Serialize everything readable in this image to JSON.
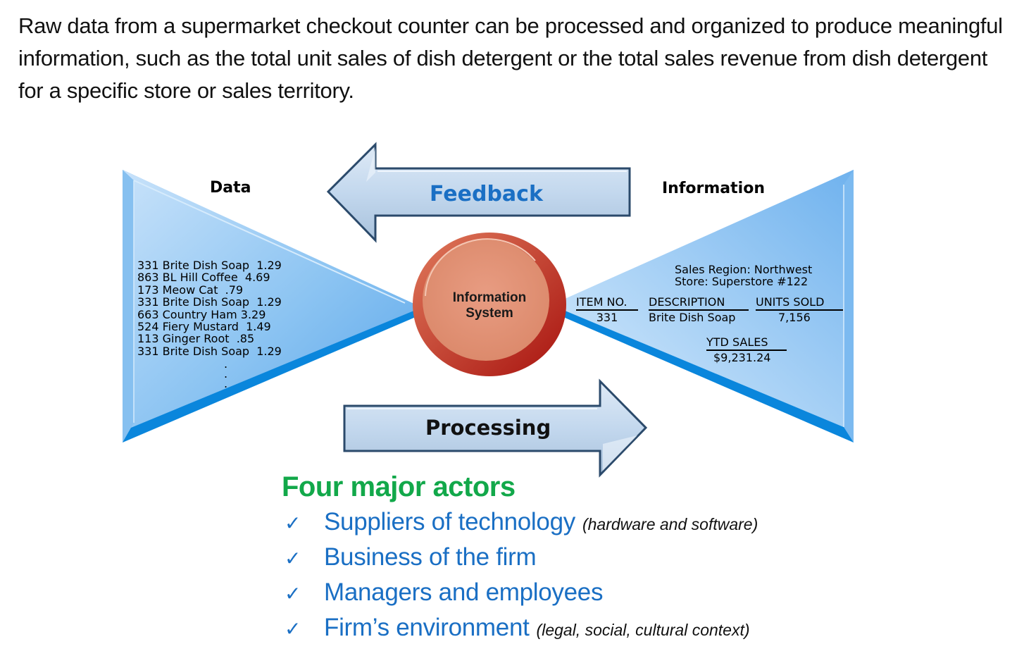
{
  "intro": {
    "text": "Raw data from a supermarket checkout counter can be processed and organized to produce meaningful information, such as the total unit sales of dish detergent or the total sales revenue from dish detergent for a specific store or sales territory."
  },
  "diagram": {
    "data_panel": {
      "title": "Data",
      "items": [
        "331 Brite Dish Soap  1.29",
        "863 BL Hill Coffee  4.69",
        "173 Meow Cat  .79",
        "331 Brite Dish Soap  1.29",
        "663 Country Ham 3.29",
        "524 Fiery Mustard  1.49",
        "113 Ginger Root  .85",
        "331 Brite Dish Soap  1.29"
      ],
      "continuation": "."
    },
    "center": {
      "line1": "Information",
      "line2": "System"
    },
    "feedback_arrow": {
      "label": "Feedback",
      "direction": "left"
    },
    "processing_arrow": {
      "label": "Processing",
      "direction": "right"
    },
    "information_panel": {
      "title": "Information",
      "region": "Sales Region: Northwest",
      "store": "Store: Superstore #122",
      "columns": [
        {
          "header": "ITEM NO.",
          "value": "331"
        },
        {
          "header": "DESCRIPTION",
          "value": "Brite Dish Soap"
        },
        {
          "header": "UNITS SOLD",
          "value": "7,156"
        }
      ],
      "ytd": {
        "header": "YTD SALES",
        "value": "$9,231.24"
      }
    },
    "colors": {
      "panel_blue": "#7ab8ee",
      "panel_edge": "#0a86dc",
      "arrow_fill": "#c5daf0",
      "arrow_border": "#2b4a6b",
      "feedback_text": "#1a6fc4",
      "circle_fill": "#e3947a",
      "circle_ring": "#b8201c"
    }
  },
  "actors": {
    "title": "Four major actors",
    "check_icon": "✓",
    "items": [
      {
        "label": "Suppliers of technology",
        "note": "(hardware and software)"
      },
      {
        "label": "Business of the firm",
        "note": ""
      },
      {
        "label": "Managers and employees",
        "note": ""
      },
      {
        "label": "Firm’s environment",
        "note": "(legal, social, cultural context)"
      }
    ],
    "colors": {
      "title": "#12a84a",
      "items": "#1a6fc4"
    }
  }
}
